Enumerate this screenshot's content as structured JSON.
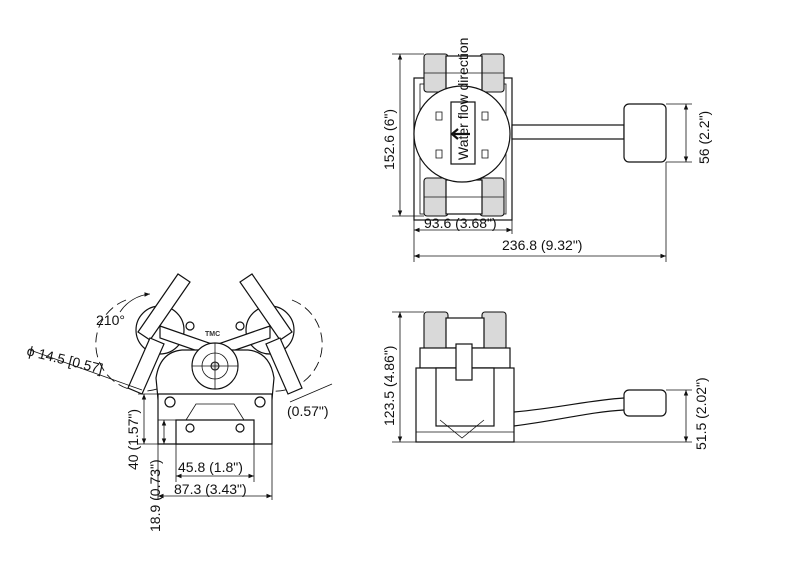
{
  "top_view": {
    "height_label": "152.6 (6\")",
    "width_label": "93.6 (3.68\")",
    "total_length_label": "236.8 (9.32\")",
    "motor_height_label": "56 (2.2\")",
    "flow_label": "Water flow direction"
  },
  "front_view": {
    "rotation_label": "210°",
    "port_diameter_label": "ϕ 14.5 [0.57]",
    "port_offset_label": "(0.57\")",
    "base_height_label": "40 (1.57\")",
    "hole_height_label": "18.9 (0.73\")",
    "hole_span_label": "45.8 (1.8\")",
    "base_width_label": "87.3 (3.43\")",
    "logo_text": "TMC"
  },
  "side_view": {
    "total_height_label": "123.5 (4.86\")",
    "motor_offset_label": "51.5 (2.02\")"
  }
}
